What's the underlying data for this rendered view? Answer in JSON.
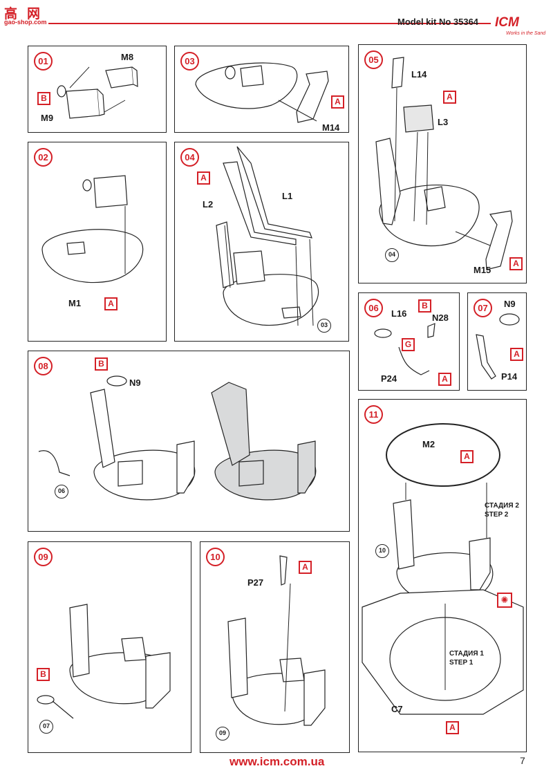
{
  "header": {
    "site_logo_top": "高",
    "site_logo_name": "网",
    "site_url": "gao-shop.com",
    "model_kit": "Model kit No 35364",
    "brand": "ICM",
    "brand_tagline": "Works in the Sand"
  },
  "panels": {
    "p01": {
      "num": "01",
      "labels": [
        "M8",
        "M9"
      ],
      "tags": [
        "B"
      ]
    },
    "p02": {
      "num": "02",
      "labels": [
        "M1"
      ],
      "tags": [
        "A"
      ]
    },
    "p03": {
      "num": "03",
      "labels": [
        "M14"
      ],
      "tags": [
        "A"
      ]
    },
    "p04": {
      "num": "04",
      "labels": [
        "L1",
        "L2"
      ],
      "tags": [
        "A"
      ],
      "ref": "03"
    },
    "p05": {
      "num": "05",
      "labels": [
        "L14",
        "L3",
        "M15"
      ],
      "tags": [
        "A",
        "A"
      ],
      "ref": "04"
    },
    "p06": {
      "num": "06",
      "labels": [
        "L16",
        "N28",
        "P24"
      ],
      "tags": [
        "B",
        "G",
        "A"
      ]
    },
    "p07": {
      "num": "07",
      "labels": [
        "N9",
        "P14"
      ],
      "tags": [
        "A"
      ]
    },
    "p08": {
      "num": "08",
      "labels": [
        "N9"
      ],
      "tags": [
        "B"
      ],
      "ref": "06"
    },
    "p09": {
      "num": "09",
      "tags": [
        "B"
      ],
      "ref": "07"
    },
    "p10": {
      "num": "10",
      "labels": [
        "P27"
      ],
      "tags": [
        "A"
      ],
      "ref": "09"
    },
    "p11": {
      "num": "11",
      "labels": [
        "M2",
        "C7"
      ],
      "tags": [
        "A",
        "A"
      ],
      "ref": "10",
      "stage2": [
        "СТАДИЯ 2",
        "STEP 2"
      ],
      "stage1": [
        "СТАДИЯ 1",
        "STEP 1"
      ],
      "warn_icon": "glue-warning-icon"
    }
  },
  "footer": {
    "url": "www.icm.com.ua",
    "page": "7"
  },
  "colors": {
    "accent": "#d41f26",
    "line": "#222222",
    "fill_grey": "#d9dadb"
  }
}
